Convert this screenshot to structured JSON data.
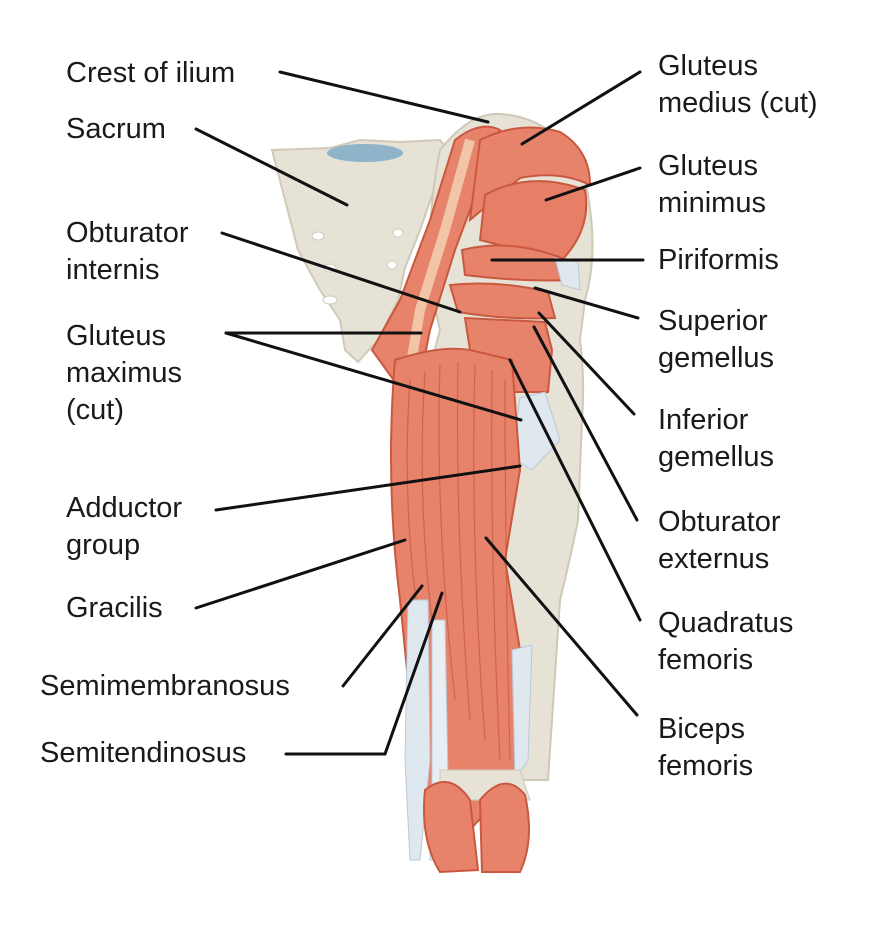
{
  "colors": {
    "bone": "#e6e2d6",
    "bone_edge": "#cfc9b8",
    "muscle": "#e8836b",
    "muscle_dark": "#c9583f",
    "muscle_light": "#f2a48f",
    "tendon": "#dfe7ef",
    "tendon_edge": "#b9c8d6",
    "cartilage": "#8fb3c9",
    "leader": "#111111"
  },
  "labels": {
    "crest_of_ilium": "Crest of ilium",
    "sacrum": "Sacrum",
    "obturator_internis": "Obturator\ninternis",
    "gluteus_maximus_cut": "Gluteus\nmaximus\n(cut)",
    "adductor_group": "Adductor\ngroup",
    "gracilis": "Gracilis",
    "semimembranosus": "Semimembranosus",
    "semitendinosus": "Semitendinosus",
    "gluteus_medius_cut": "Gluteus\nmedius (cut)",
    "gluteus_minimus": "Gluteus\nminimus",
    "piriformis": "Piriformis",
    "superior_gemellus": "Superior\ngemellus",
    "inferior_gemellus": "Inferior\ngemellus",
    "obturator_externus": "Obturator\nexternus",
    "quadratus_femoris": "Quadratus\nfemoris",
    "biceps_femoris": "Biceps\nfemoris"
  }
}
